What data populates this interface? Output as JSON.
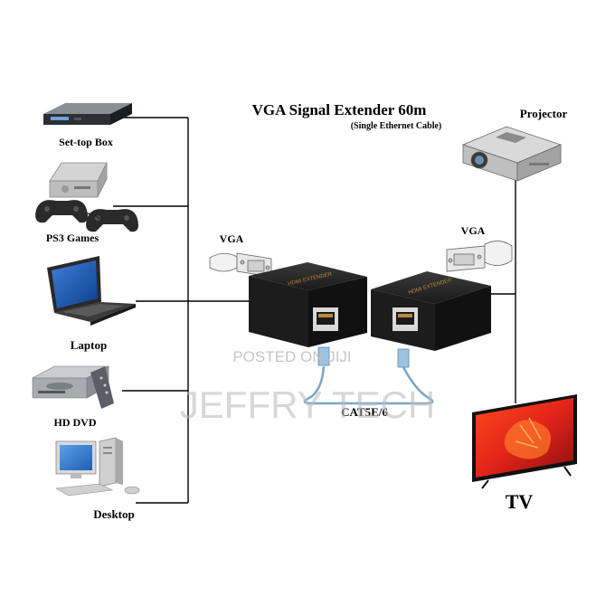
{
  "title": "VGA Signal Extender 60m",
  "subtitle": "(Single Ethernet Cable)",
  "sources": [
    {
      "label": "Set-top Box",
      "icon": "set-top-box-icon"
    },
    {
      "label": "PS3 Games",
      "icon": "ps3-console-icon"
    },
    {
      "label": "Laptop",
      "icon": "laptop-icon"
    },
    {
      "label": "HD DVD",
      "icon": "hd-dvd-player-icon"
    },
    {
      "label": "Desktop",
      "icon": "desktop-computer-icon"
    }
  ],
  "outputs": [
    {
      "label": "Projector",
      "icon": "projector-icon"
    },
    {
      "label": "TV",
      "icon": "tv-icon"
    }
  ],
  "connectors": {
    "left": "VGA",
    "right": "VGA",
    "cable": "CAT5E/6"
  },
  "devices": {
    "transmitter_text": "HDMI EXTENDER",
    "receiver_text": "HDMI EXTENDER"
  },
  "watermark": {
    "line1": "POSTED ON JIJI",
    "line2": "JEFFRY TECH"
  },
  "colors": {
    "line": "#000000",
    "device_body": "#1c1c1c",
    "device_top": "#2c2c2c",
    "accent_gold": "#b8893a",
    "cable": "#7aa6c8",
    "watermark": "#bdbdbd"
  }
}
